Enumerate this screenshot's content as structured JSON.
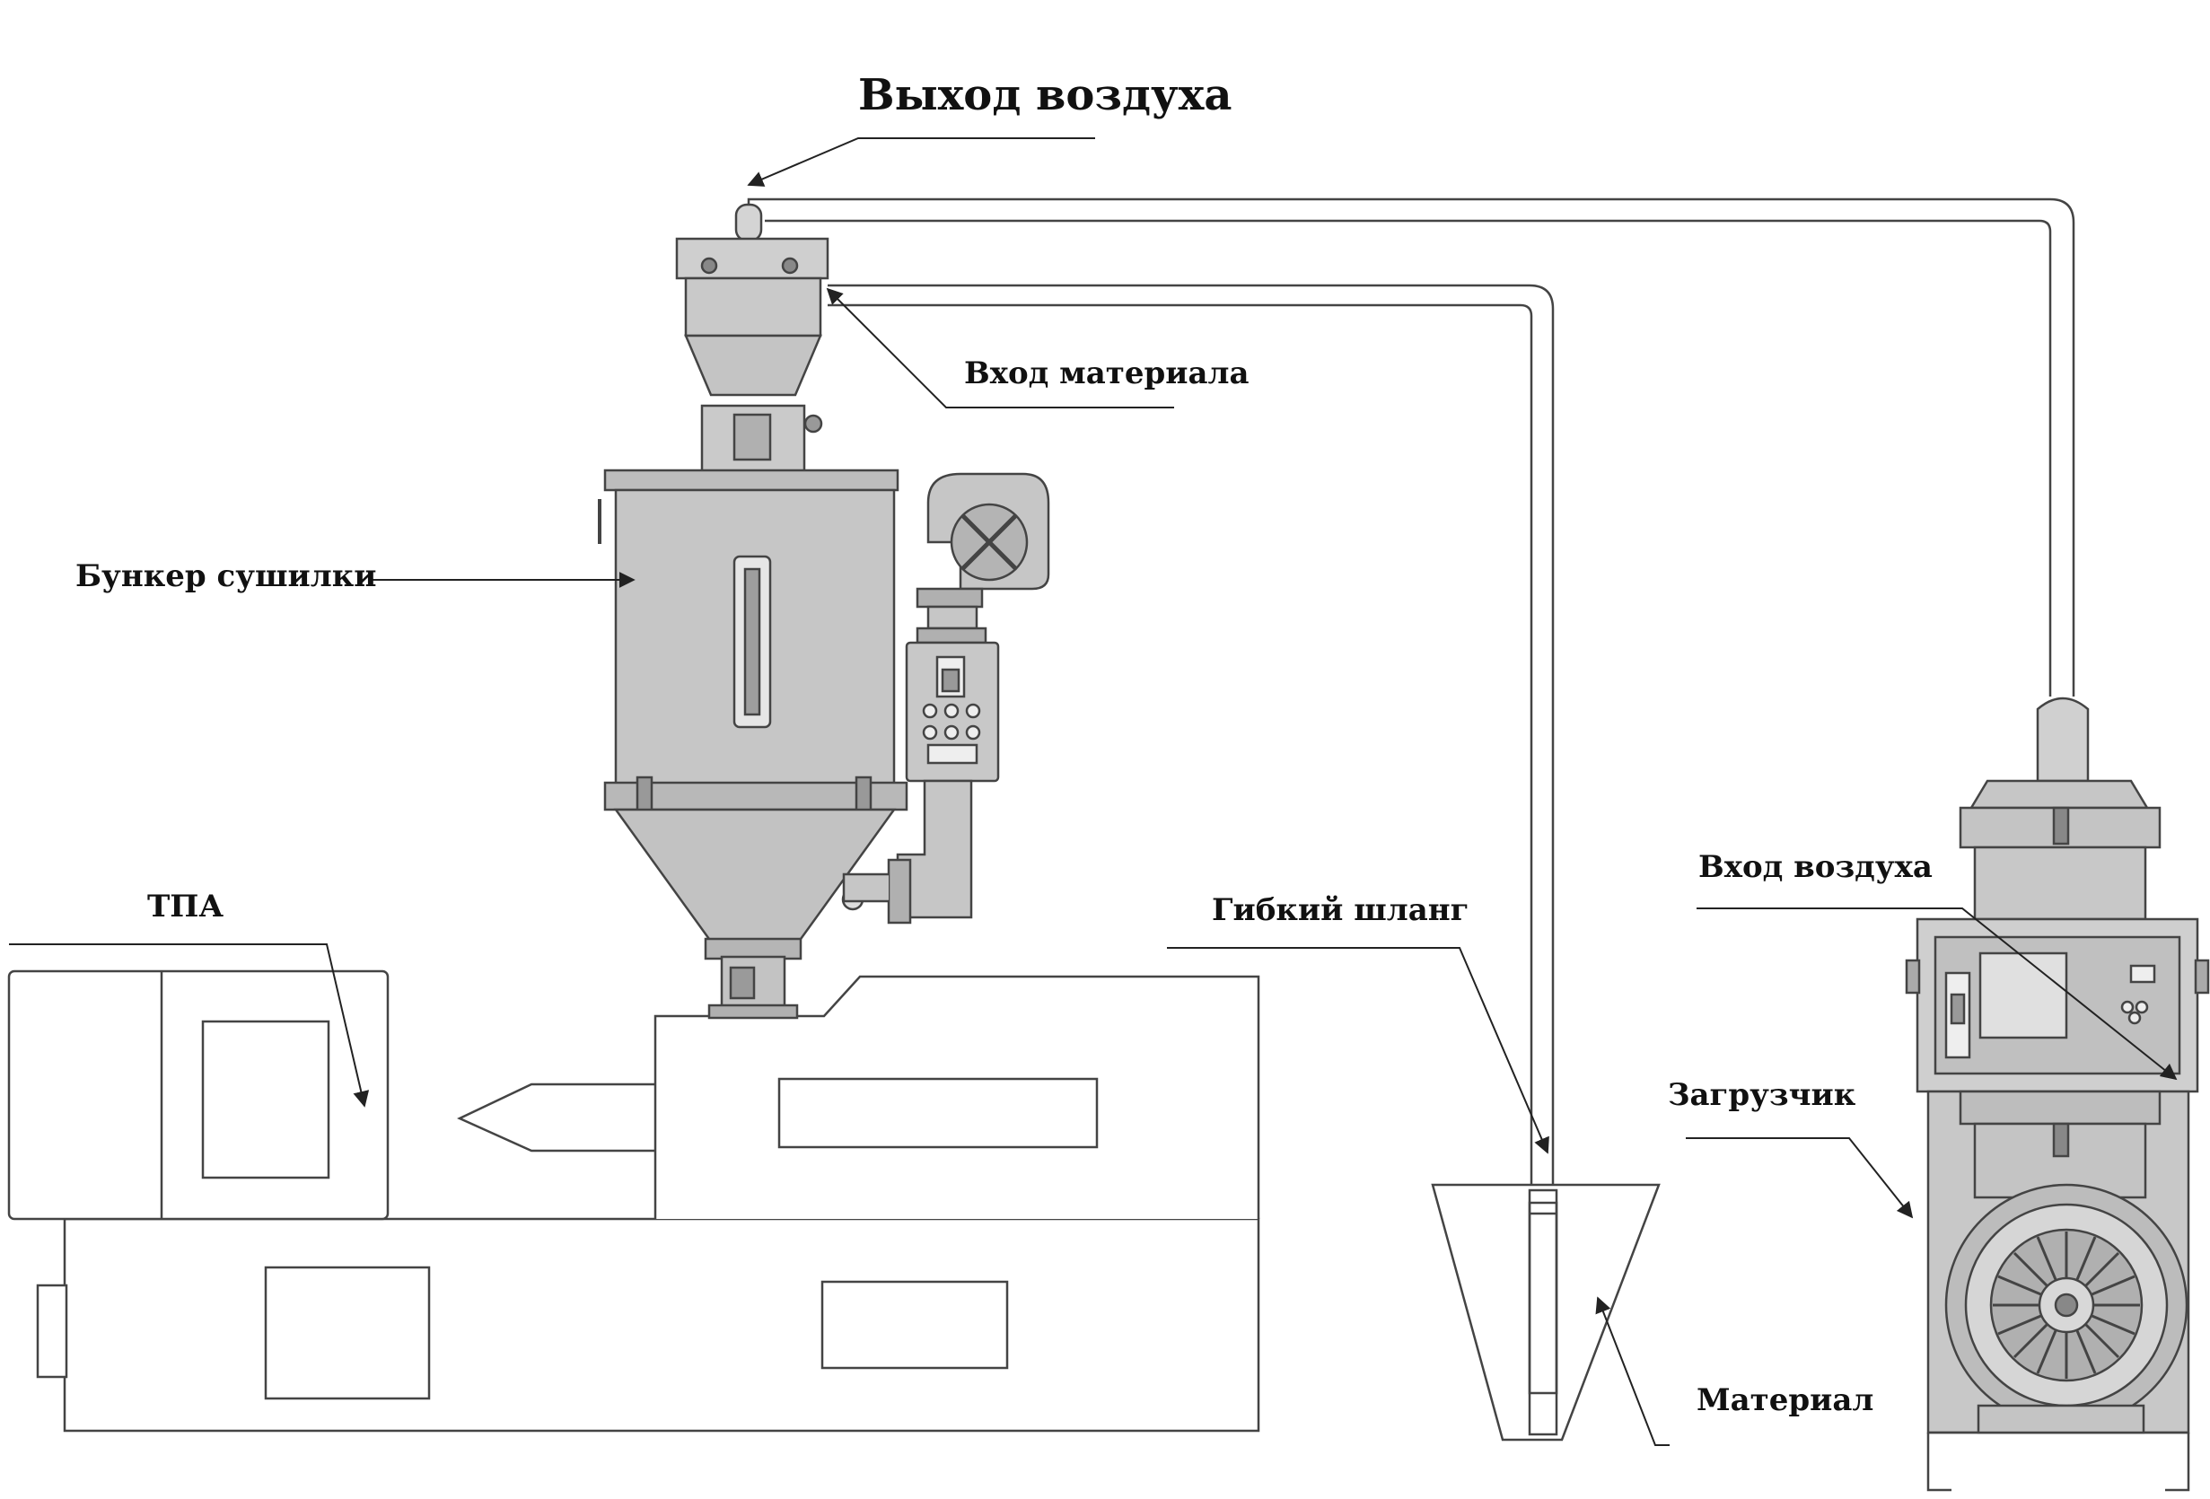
{
  "labels": {
    "air_out": "Выход воздуха",
    "material_in": "Вход материала",
    "dryer_hopper": "Бункер сушилки",
    "imm": "ТПА",
    "flex_hose": "Гибкий шланг",
    "air_in": "Вход воздуха",
    "loader": "Загрузчик",
    "material": "Материал"
  },
  "colors": {
    "line": "#333333",
    "metal": "#c8c8c8",
    "metal_dark": "#9a9a9a",
    "background": "#ffffff"
  }
}
